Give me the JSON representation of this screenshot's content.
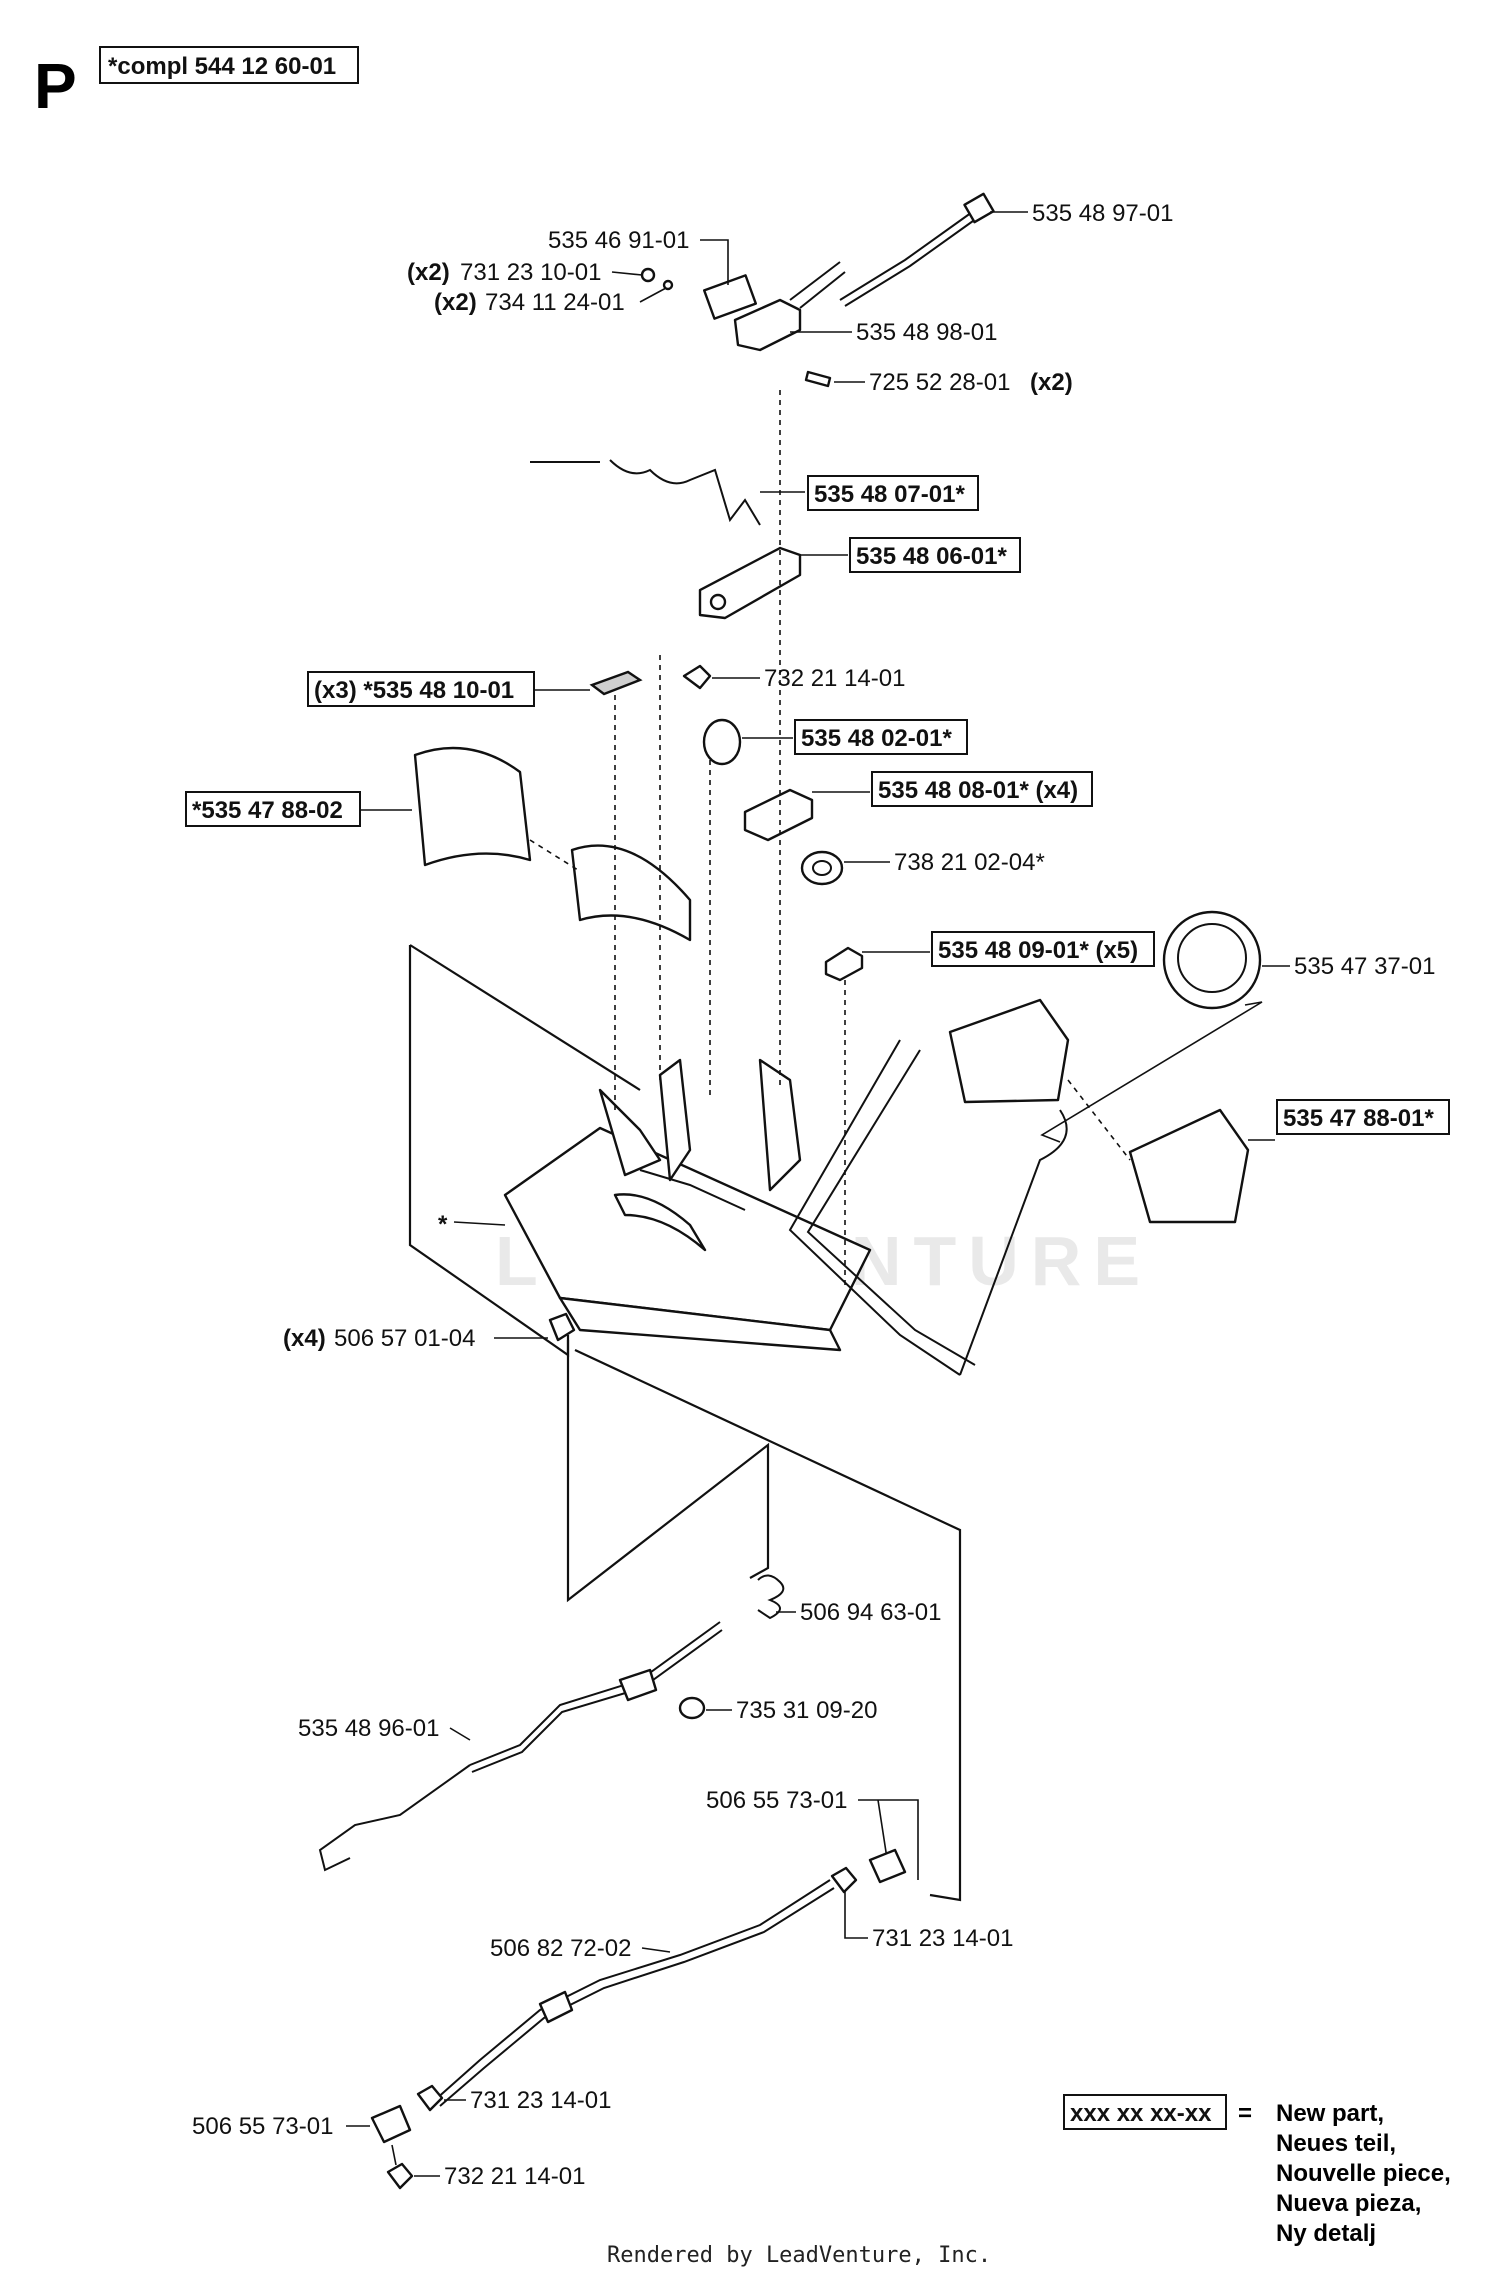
{
  "header": {
    "section_letter": "P",
    "assembly": "*compl 544 12 60-01"
  },
  "parts": {
    "p_535_48_97_01": "535 48 97-01",
    "p_535_46_91_01": "535 46 91-01",
    "p_731_23_10_01": "731 23 10-01",
    "p_731_23_10_01_qty": "(x2)",
    "p_734_11_24_01": "734 11 24-01",
    "p_734_11_24_01_qty": "(x2)",
    "p_535_48_98_01": "535 48 98-01",
    "p_725_52_28_01": "725 52 28-01",
    "p_725_52_28_01_qty": "(x2)",
    "p_535_48_07_01": "535 48 07-01*",
    "p_535_48_06_01": "535 48 06-01*",
    "p_535_48_10_01": "(x3) *535 48 10-01",
    "p_732_21_14_01_top": "732 21 14-01",
    "p_535_48_02_01": "535 48 02-01*",
    "p_535_47_88_02": "*535 47 88-02",
    "p_535_48_08_01": "535 48 08-01* (x4)",
    "p_738_21_02_04": "738 21 02-04*",
    "p_535_48_09_01": "535 48 09-01* (x5)",
    "p_535_47_37_01": "535 47 37-01",
    "p_535_47_88_01": "535 47 88-01*",
    "p_star": "*",
    "p_506_57_01_04": "506 57 01-04",
    "p_506_57_01_04_qty": "(x4)",
    "p_506_94_63_01": "506 94 63-01",
    "p_735_31_09_20": "735 31 09-20",
    "p_535_48_96_01": "535 48 96-01",
    "p_506_55_73_01_right": "506 55 73-01",
    "p_731_23_14_01_right": "731 23 14-01",
    "p_506_82_72_02": "506 82 72-02",
    "p_731_23_14_01_bottom": "731 23 14-01",
    "p_506_55_73_01_left": "506 55 73-01",
    "p_732_21_14_01_bottom": "732 21 14-01"
  },
  "legend": {
    "key": "xxx xx xx-xx",
    "equals": "=",
    "lines": [
      "New part,",
      "Neues teil,",
      "Nouvelle piece,",
      "Nueva pieza,",
      "Ny detalj"
    ]
  },
  "watermark": "LEADVENTURE",
  "footer": "Rendered by LeadVenture, Inc."
}
